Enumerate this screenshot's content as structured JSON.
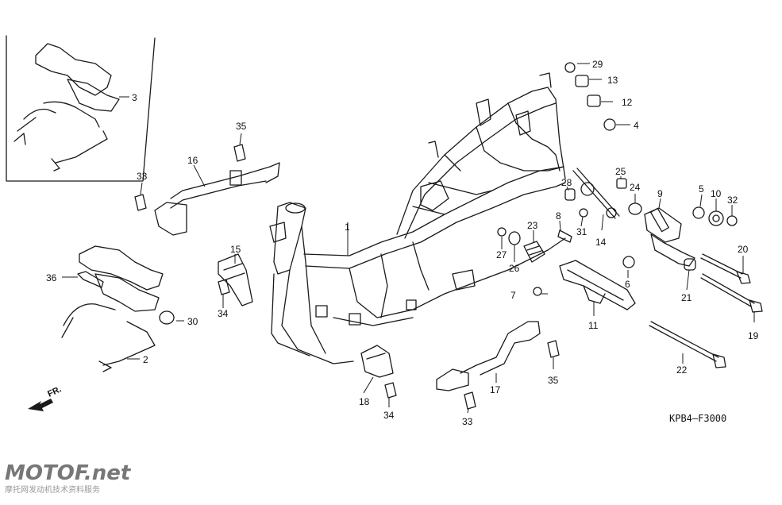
{
  "diagram": {
    "callouts": {
      "c1": "1",
      "c2": "2",
      "c3": "3",
      "c4": "4",
      "c5": "5",
      "c6": "6",
      "c7": "7",
      "c8": "8",
      "c9": "9",
      "c10": "10",
      "c11": "11",
      "c12": "12",
      "c13": "13",
      "c14": "14",
      "c15": "15",
      "c16": "16",
      "c17": "17",
      "c18": "18",
      "c19": "19",
      "c20": "20",
      "c21": "21",
      "c22": "22",
      "c23": "23",
      "c24": "24",
      "c25": "25",
      "c26": "26",
      "c27": "27",
      "c28": "28",
      "c29": "29",
      "c30": "30",
      "c31": "31",
      "c32": "32",
      "c33": "33",
      "c34": "34",
      "c35": "35",
      "c36": "36"
    },
    "drawing_code": "KPB4—F3000",
    "direction_label": "FR."
  },
  "watermark": {
    "brand": "MOTOF.net",
    "subtitle": "摩托网发动机技术资料服务"
  },
  "colors": {
    "line": "#1a1a1a",
    "watermark": "#777777",
    "background": "#ffffff"
  }
}
